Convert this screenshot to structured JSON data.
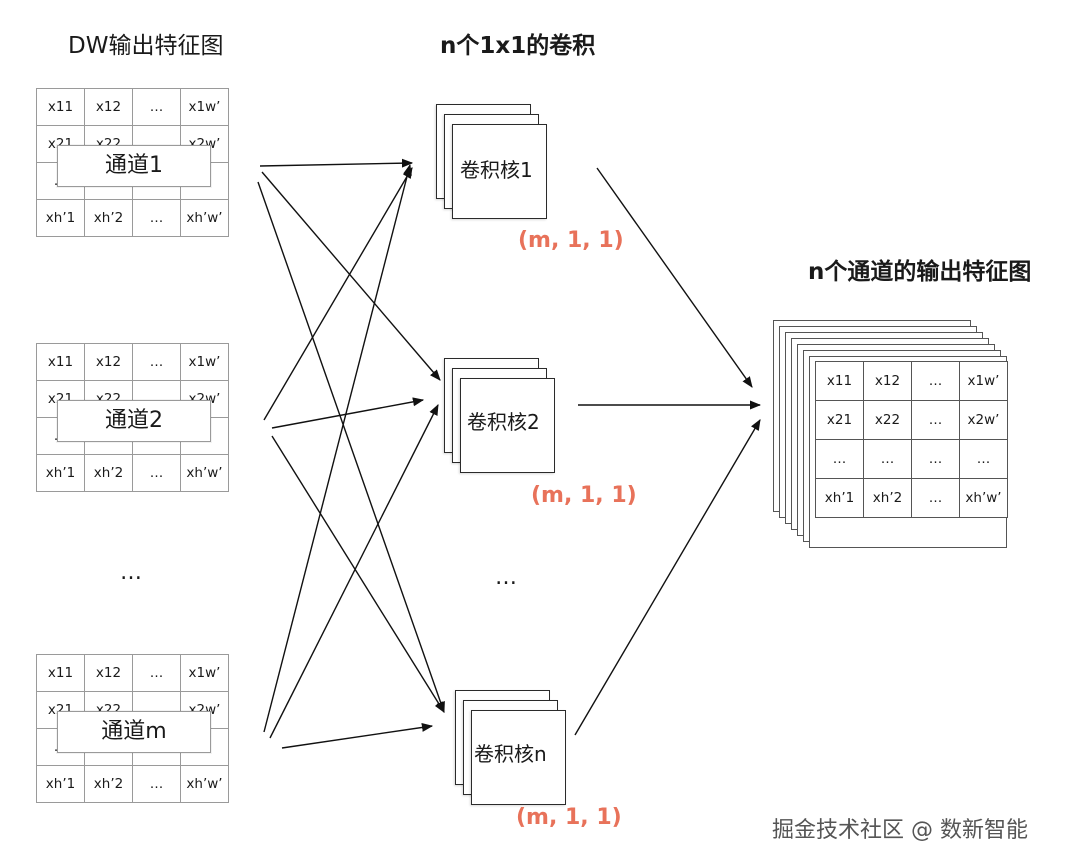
{
  "titles": {
    "input": "DW输出特征图",
    "kernels": "n个1x1的卷积",
    "output": "n个通道的输出特征图"
  },
  "input_channels": [
    {
      "label": "通道1",
      "rows": [
        [
          "x11",
          "x12",
          "…",
          "x1w’"
        ],
        [
          "x21",
          "x22",
          "…",
          "x2w’"
        ],
        [
          "…",
          "…",
          "…",
          "…"
        ],
        [
          "xh’1",
          "xh’2",
          "…",
          "xh’w’"
        ]
      ]
    },
    {
      "label": "通道2",
      "rows": [
        [
          "x11",
          "x12",
          "…",
          "x1w’"
        ],
        [
          "x21",
          "x22",
          "…",
          "x2w’"
        ],
        [
          "…",
          "…",
          "…",
          "…"
        ],
        [
          "xh’1",
          "xh’2",
          "…",
          "xh’w’"
        ]
      ]
    },
    {
      "label": "通道m",
      "rows": [
        [
          "x11",
          "x12",
          "…",
          "x1w’"
        ],
        [
          "x21",
          "x22",
          "…",
          "x2w’"
        ],
        [
          "…",
          "…",
          "…",
          "…"
        ],
        [
          "xh’1",
          "xh’2",
          "…",
          "xh’w’"
        ]
      ]
    }
  ],
  "input_ellipsis": "…",
  "kernels": [
    {
      "label": "卷积核1",
      "shape": "(m, 1, 1)"
    },
    {
      "label": "卷积核2",
      "shape": "(m, 1, 1)"
    },
    {
      "label": "卷积核n",
      "shape": "(m, 1, 1)"
    }
  ],
  "kernel_ellipsis": "…",
  "output_grid": [
    [
      "x11",
      "x12",
      "…",
      "x1w’"
    ],
    [
      "x21",
      "x22",
      "…",
      "x2w’"
    ],
    [
      "…",
      "…",
      "…",
      "…"
    ],
    [
      "xh’1",
      "xh’2",
      "…",
      "xh’w’"
    ]
  ],
  "watermark": "掘金技术社区 @ 数新智能"
}
